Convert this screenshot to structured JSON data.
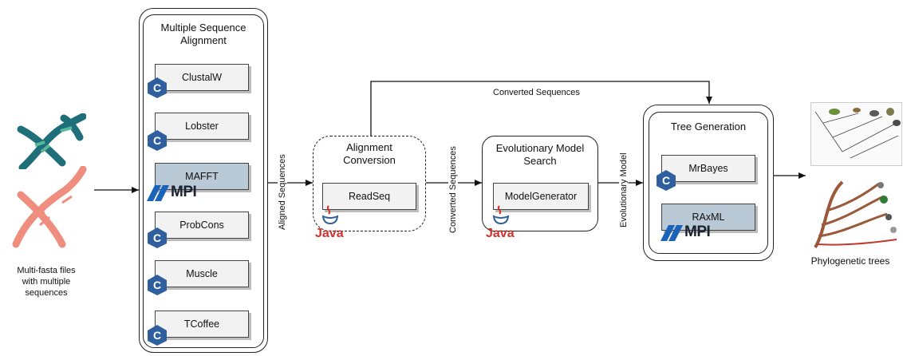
{
  "input": {
    "label_lines": [
      "Multi-fasta files",
      "with multiple",
      "sequences"
    ]
  },
  "msa": {
    "title_lines": [
      "Multiple Sequence",
      "Alignment"
    ],
    "tools": [
      {
        "name": "ClustalW",
        "badge": "c-icon"
      },
      {
        "name": "Lobster",
        "badge": "c-icon"
      },
      {
        "name": "MAFFT",
        "badge": "mpi-icon"
      },
      {
        "name": "ProbCons",
        "badge": "c-icon"
      },
      {
        "name": "Muscle",
        "badge": "c-icon"
      },
      {
        "name": "TCoffee",
        "badge": "c-icon"
      }
    ],
    "badge_text": "MPI"
  },
  "edges": {
    "aligned": "Aligned Sequences",
    "converted_vertical": "Converted Sequences",
    "converted_top": "Converted Sequences",
    "evolutionary": "Evolutionary Model"
  },
  "conversion": {
    "title_lines": [
      "Alignment",
      "Conversion"
    ],
    "tool": "ReadSeq",
    "lang": "Java"
  },
  "model_search": {
    "title_lines": [
      "Evolutionary Model",
      "Search"
    ],
    "tool": "ModelGenerator",
    "lang": "Java"
  },
  "tree_gen": {
    "title": "Tree Generation",
    "tools": [
      "MrBayes",
      "RAxML"
    ],
    "badge_text": "MPI"
  },
  "output": {
    "label": "Phylogenetic trees"
  },
  "colors": {
    "c_badge": "#2f5f9f",
    "mpi_blue": "#1a63b8",
    "java_red": "#d2312a",
    "dna_teal": "#1f6f7a",
    "dna_green": "#58b89a",
    "dna_salmon": "#ef8e7e",
    "tree_brown": "#9a5a3a"
  }
}
